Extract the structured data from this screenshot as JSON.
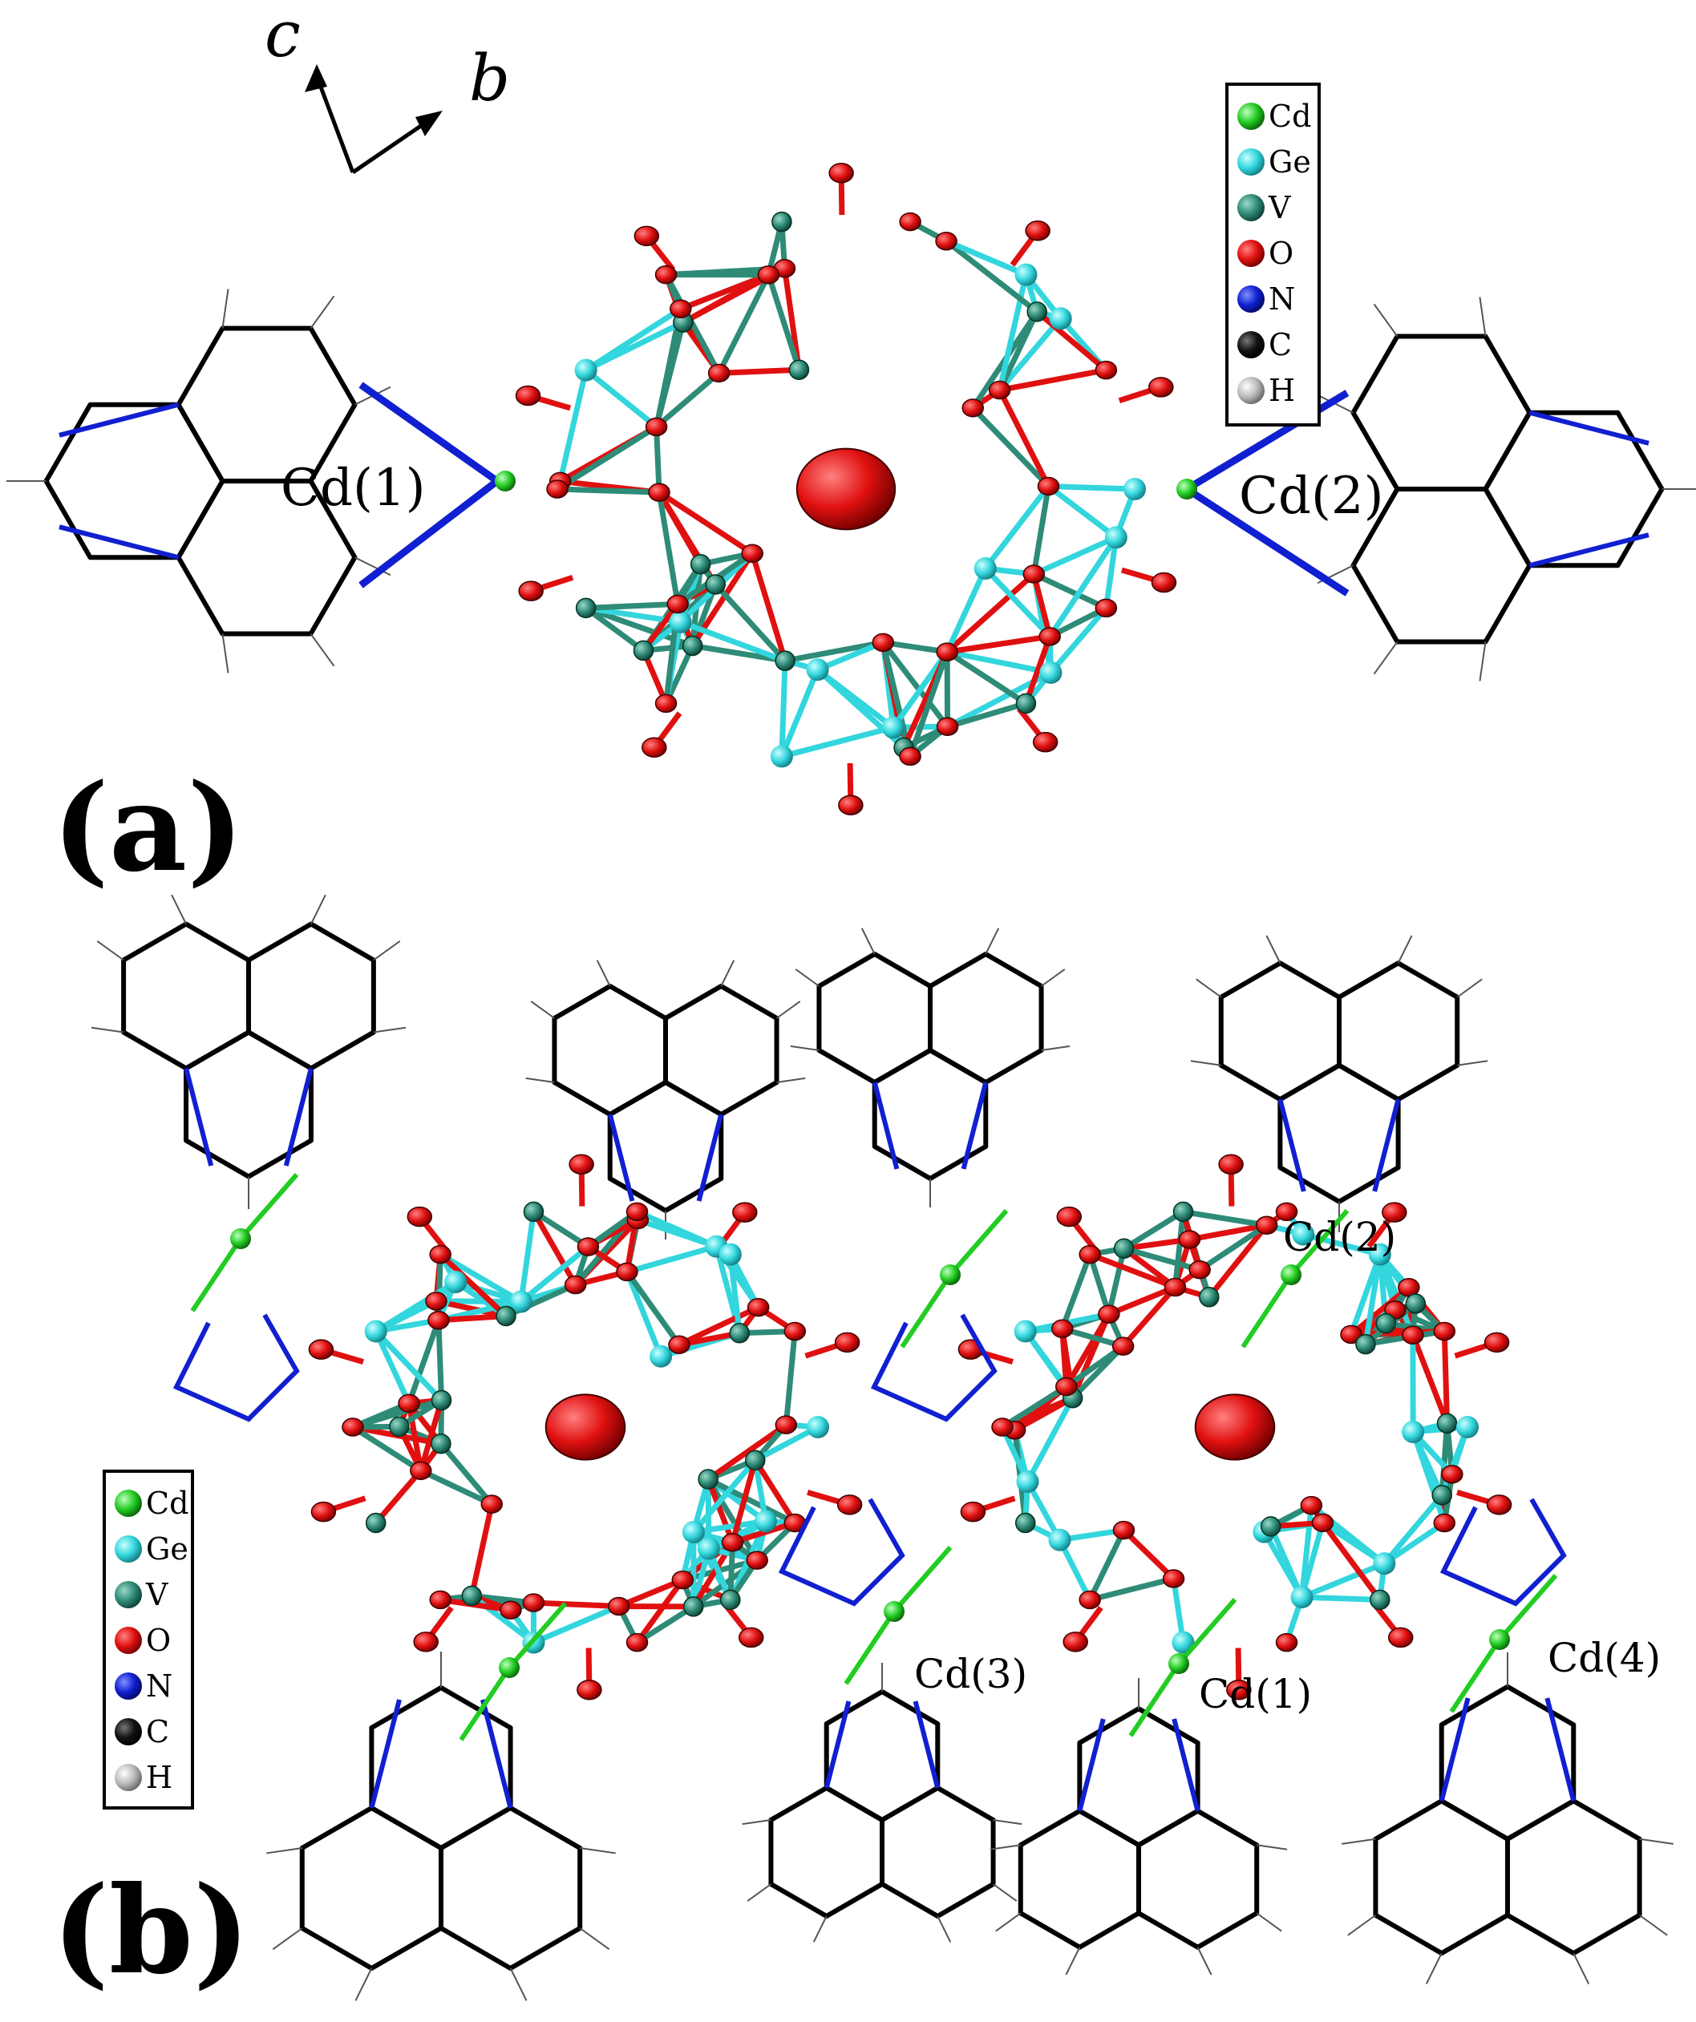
{
  "panels": {
    "a": {
      "letter": "(a)",
      "labels": {
        "cd1": "Cd(1)",
        "cd2": "Cd(2)"
      },
      "axes": {
        "c": "c",
        "b": "b"
      }
    },
    "b": {
      "letter": "(b)",
      "labels": {
        "cd1": "Cd(1)",
        "cd2": "Cd(2)",
        "cd3": "Cd(3)",
        "cd4": "Cd(4)"
      }
    }
  },
  "legend": {
    "items": [
      {
        "symbol": "Cd",
        "color": "#22cc22"
      },
      {
        "symbol": "Ge",
        "color": "#33d6dd"
      },
      {
        "symbol": "V",
        "color": "#2e8b77"
      },
      {
        "symbol": "O",
        "color": "#e01010"
      },
      {
        "symbol": "N",
        "color": "#1020d0"
      },
      {
        "symbol": "C",
        "color": "#000000"
      },
      {
        "symbol": "H",
        "color": "#aaaaaa"
      }
    ]
  },
  "colors": {
    "Cd": "#22cc22",
    "Ge": "#33d6dd",
    "V": "#2e8b77",
    "O": "#e01010",
    "N": "#1020d0",
    "C": "#000000",
    "H": "#aaaaaa"
  }
}
